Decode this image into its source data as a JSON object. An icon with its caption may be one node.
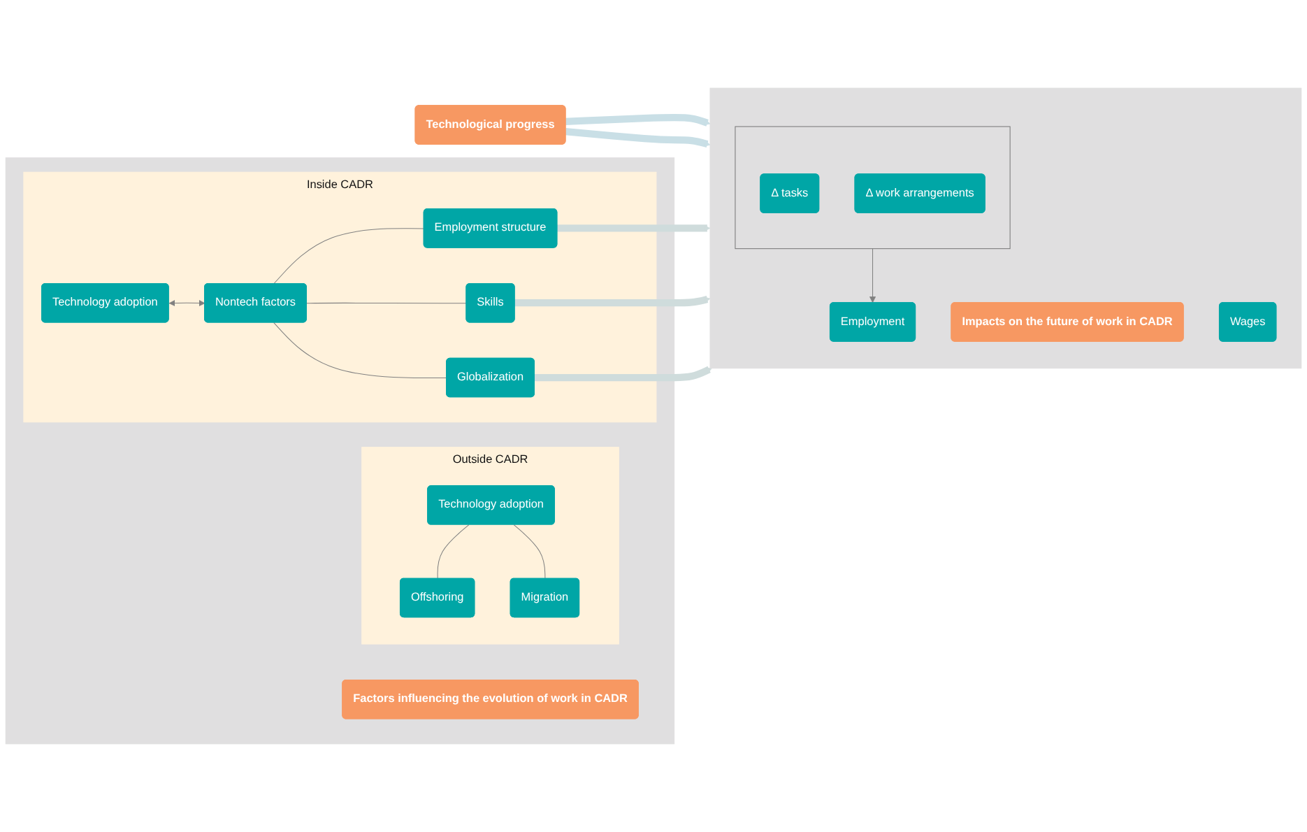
{
  "diagram": {
    "nodes": [
      {
        "text": [
          "Technological progress"
        ]
      },
      {
        "text": [],
        "shape": "box"
      },
      {
        "text": [
          "Factors influencing the evolution of work in CADR"
        ],
        "in": 1
      },
      {
        "text": [
          "Outside CADR"
        ],
        "in": 1
      },
      {
        "text": [
          "Technology adoption"
        ],
        "in": 3
      },
      {
        "text": [
          "Offshoring"
        ],
        "in": 3
      },
      {
        "text": [
          "Migration"
        ],
        "in": 3
      },
      {
        "text": [
          "Inside CADR"
        ],
        "in": 1
      },
      {
        "text": [
          "Technology adoption"
        ],
        "in": 7
      },
      {
        "text": [
          "Nontech factors"
        ],
        "in": 7
      },
      {
        "text": [
          "Employment structure"
        ],
        "in": 7
      },
      {
        "text": [
          "Skills"
        ],
        "in": 7
      },
      {
        "text": [
          "Globalization"
        ],
        "in": 7
      },
      {
        "text": [],
        "shape": "box"
      },
      {
        "text": [
          "Impacts on the future of work in CADR"
        ],
        "in": 13
      },
      {
        "text": [],
        "shape": "box",
        "in": 13
      },
      {
        "text": [
          "Δ tasks"
        ],
        "in": 15
      },
      {
        "text": [
          "Δ work arrangements"
        ],
        "in": 15
      },
      {
        "text": [
          "Employment"
        ],
        "in": 13
      },
      {
        "text": [
          "Wages"
        ],
        "in": 13
      }
    ],
    "edges": [
      {
        "from": 0,
        "to": 13,
        "arrow": "to",
        "style": "thick",
        "color": "#c9dfe6"
      },
      {
        "from": 0,
        "to": 13,
        "arrow": "to",
        "style": "thick",
        "color": "#c9dfe6"
      },
      {
        "from": 4,
        "to": 5,
        "arrow": "none"
      },
      {
        "from": 4,
        "to": 6,
        "arrow": "none"
      },
      {
        "from": 8,
        "to": 9,
        "arrow": "both"
      },
      {
        "from": 9,
        "to": 10,
        "arrow": "none"
      },
      {
        "from": 9,
        "to": 11,
        "arrow": "none"
      },
      {
        "from": 9,
        "to": 12,
        "arrow": "none"
      },
      {
        "from": 10,
        "to": 13,
        "arrow": "to",
        "style": "thick",
        "color": "#cfdcdc"
      },
      {
        "from": 11,
        "to": 13,
        "arrow": "to",
        "style": "thick",
        "color": "#cfdcdc"
      },
      {
        "from": 12,
        "to": 13,
        "arrow": "to",
        "style": "thick",
        "color": "#cfdcdc"
      },
      {
        "from": 15,
        "to": 18,
        "arrow": "to"
      }
    ]
  }
}
